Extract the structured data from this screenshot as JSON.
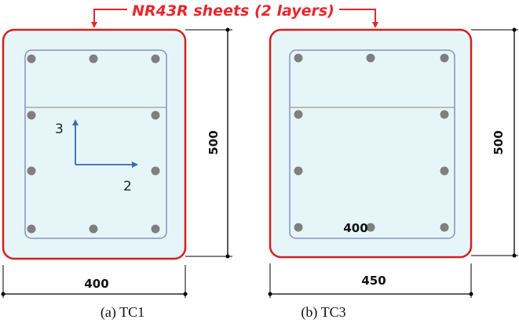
{
  "header": {
    "label": "NR43R sheets (2 layers)",
    "color": "#e8262c"
  },
  "colors": {
    "jacket": "#d42020",
    "section_fill": "#e6f6f8",
    "stirrup": "#8a8ec8",
    "bar": "#7f7f7f",
    "dimension": "#000000",
    "axis": "#2f6db5"
  },
  "sections": [
    {
      "caption": "(a) TC1",
      "width_label": "400",
      "height_label": "500",
      "axis_label_vertical": "3",
      "axis_label_horizontal": "2"
    },
    {
      "caption": "(b) TC3",
      "width_label": "450",
      "height_label": "500",
      "inner_label": "400"
    }
  ]
}
